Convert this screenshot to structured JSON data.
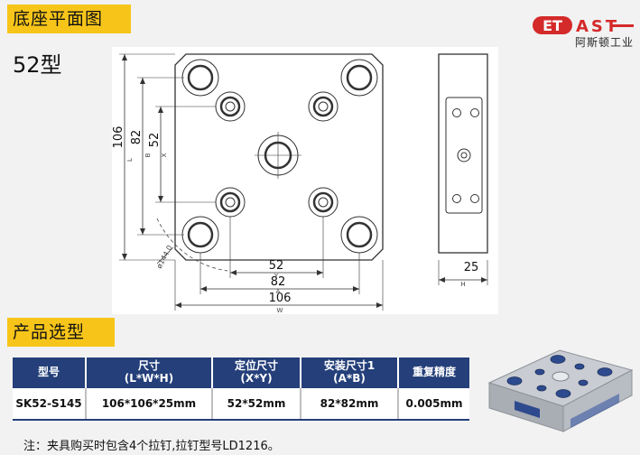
{
  "headings": {
    "plan": "底座平面图",
    "selection": "产品选型"
  },
  "model_title": "52型",
  "logo": {
    "mark": "ET",
    "brand": "AST",
    "subtitle": "阿斯顿工业"
  },
  "drawing": {
    "dims": {
      "height_total": "106",
      "height_b": "82",
      "height_x": "52",
      "letter_l": "L",
      "letter_b": "B",
      "letter_x": "X",
      "width_y": "52",
      "letter_y": "Y",
      "width_a": "82",
      "letter_a": "A",
      "width_w": "106",
      "letter_w": "W",
      "diameter": "ø144.0",
      "side_h": "25",
      "letter_h": "H"
    }
  },
  "table": {
    "headers": [
      {
        "line1": "型号",
        "line2": ""
      },
      {
        "line1": "尺寸",
        "line2": "(L*W*H)"
      },
      {
        "line1": "定位尺寸",
        "line2": "(X*Y)"
      },
      {
        "line1": "安装尺寸1",
        "line2": "(A*B)"
      },
      {
        "line1": "重复精度",
        "line2": ""
      }
    ],
    "rows": [
      [
        "SK52-S145",
        "106*106*25mm",
        "52*52mm",
        "82*82mm",
        "0.005mm"
      ]
    ]
  },
  "note": "注：夹具购买时包含4个拉钉,拉钉型号LD1216。",
  "colors": {
    "accent_yellow": "#f7c51a",
    "table_header": "#243f79",
    "logo_red": "#d42a2a"
  }
}
